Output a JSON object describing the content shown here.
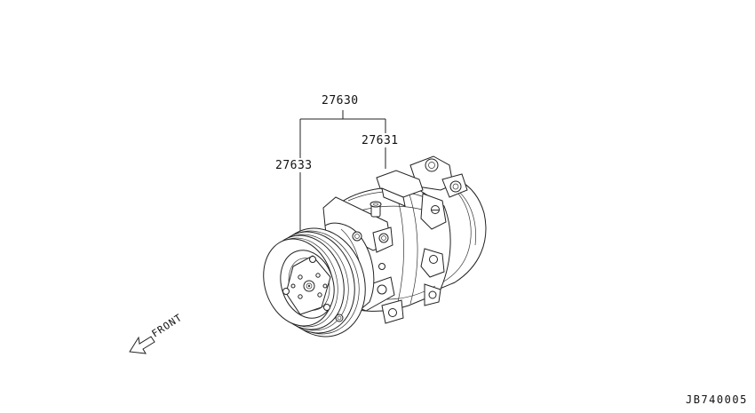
{
  "diagram": {
    "callouts": {
      "assembly": "27630",
      "compressor": "27631",
      "clutch": "27633"
    },
    "direction_label": "FRONT",
    "drawing_code": "JB740005"
  },
  "colors": {
    "line": "#222222",
    "background": "#ffffff"
  }
}
